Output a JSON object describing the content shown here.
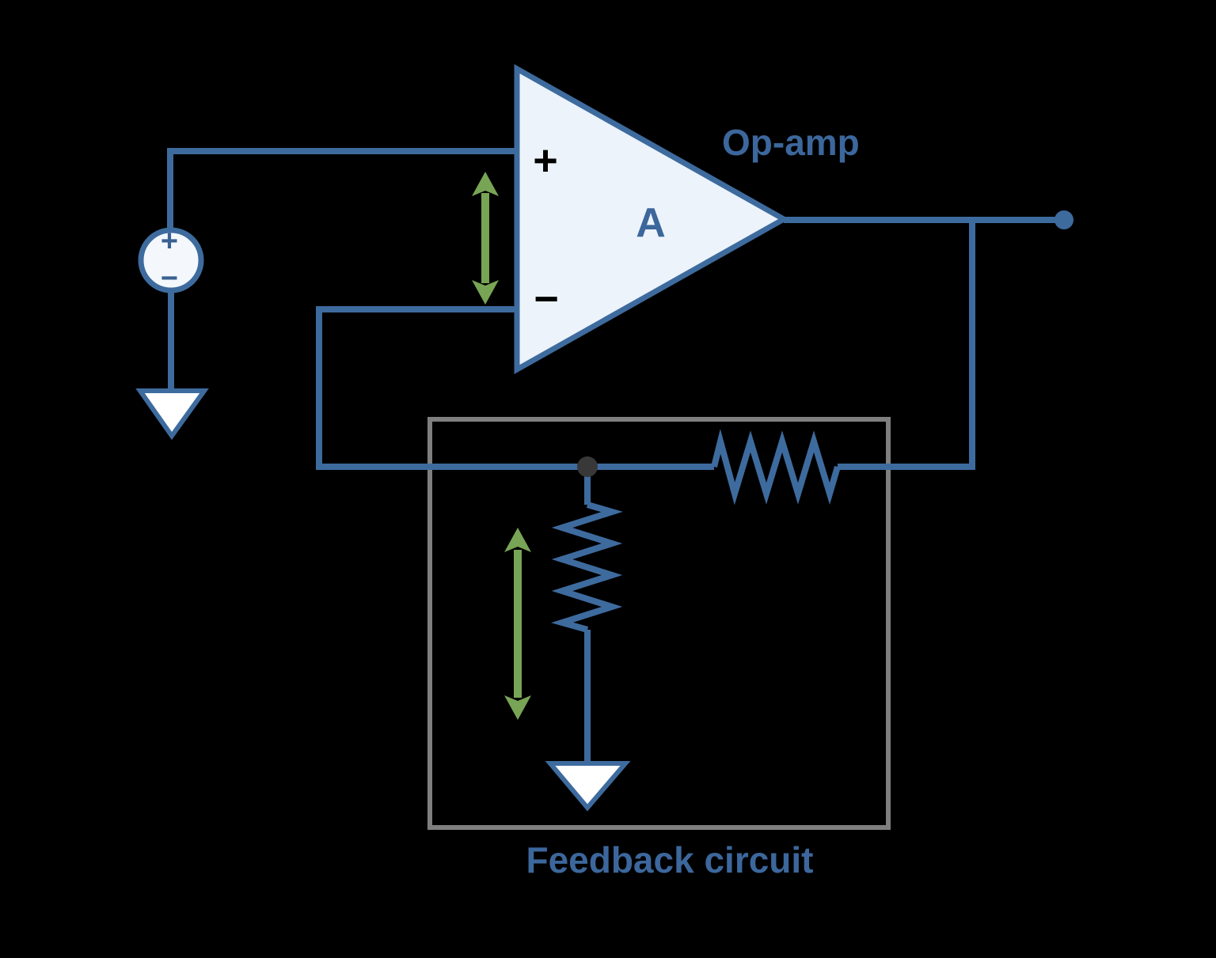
{
  "labels": {
    "opamp_name": "Op-amp",
    "gain": "A",
    "noninverting_input": "+",
    "inverting_input": "−",
    "source_positive": "+",
    "source_negative": "−",
    "feedback_caption": "Feedback circuit"
  },
  "colors": {
    "background": "#000000",
    "wire": "#3e6b9e",
    "opamp-fill": "#edf3fb",
    "source-fill": "#f4f8fd",
    "ground-fill": "#ffffff",
    "box-gray": "#7f7f7f",
    "junction-dark": "#383838",
    "arrow-green": "#78a455",
    "label-blue": "#3c679c",
    "sign-black": "#000000",
    "source-sign": "#3a6190"
  }
}
